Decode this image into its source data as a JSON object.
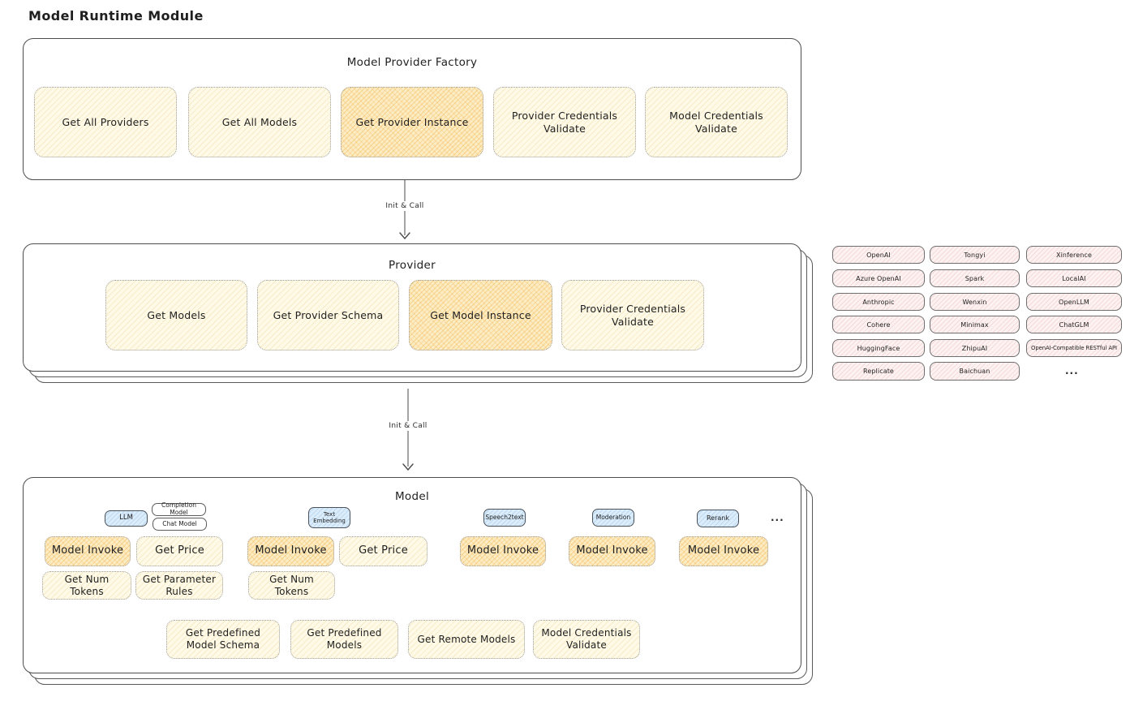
{
  "title": "Model Runtime Module",
  "colors": {
    "cream_fill": "#fefae7",
    "cream_hatch": "#e4c169",
    "orange_fill": "#fcecc4",
    "orange_hatch": "#f0a32a",
    "pink_fill": "#fdf2f2",
    "pink_hatch": "#e08282",
    "blue_fill": "#dbecfa",
    "panel_border": "#4d4d4d",
    "ink": "#1f1f1f"
  },
  "factory": {
    "title": "Model Provider Factory",
    "buttons": [
      {
        "label": "Get All Providers",
        "highlighted": false
      },
      {
        "label": "Get All Models",
        "highlighted": false
      },
      {
        "label": "Get Provider Instance",
        "highlighted": true
      },
      {
        "label": "Provider Credentials Validate",
        "highlighted": false
      },
      {
        "label": "Model Credentials Validate",
        "highlighted": false
      }
    ]
  },
  "arrow1": {
    "label": "Init & Call"
  },
  "arrow2": {
    "label": "Init & Call"
  },
  "provider": {
    "title": "Provider",
    "buttons": [
      {
        "label": "Get Models",
        "highlighted": false
      },
      {
        "label": "Get Provider Schema",
        "highlighted": false
      },
      {
        "label": "Get Model Instance",
        "highlighted": true
      },
      {
        "label": "Provider Credentials Validate",
        "highlighted": false
      }
    ]
  },
  "providers_list": {
    "items": [
      "OpenAI",
      "Tongyi",
      "Xinference",
      "Azure OpenAI",
      "Spark",
      "LocalAI",
      "Anthropic",
      "Wenxin",
      "OpenLLM",
      "Cohere",
      "Minimax",
      "ChatGLM",
      "HuggingFace",
      "ZhipuAI",
      "OpenAI-Compatible RESTful API",
      "Replicate",
      "Baichuan"
    ],
    "more": "..."
  },
  "model": {
    "title": "Model",
    "more_tabs": "...",
    "groups": [
      {
        "tabs": [
          "LLM",
          "Completion Model",
          "Chat Model"
        ],
        "buttons": [
          "Model Invoke",
          "Get Price",
          "Get Num Tokens",
          "Get Parameter Rules"
        ]
      },
      {
        "tabs": [
          "Text Embedding"
        ],
        "buttons": [
          "Model Invoke",
          "Get Price",
          "Get Num Tokens"
        ]
      },
      {
        "tabs": [
          "Speech2text"
        ],
        "buttons": [
          "Model Invoke"
        ]
      },
      {
        "tabs": [
          "Moderation"
        ],
        "buttons": [
          "Model Invoke"
        ]
      },
      {
        "tabs": [
          "Rerank"
        ],
        "buttons": [
          "Model Invoke"
        ]
      }
    ],
    "shared_buttons": [
      "Get Predefined Model Schema",
      "Get Predefined Models",
      "Get Remote Models",
      "Model Credentials Validate"
    ]
  }
}
